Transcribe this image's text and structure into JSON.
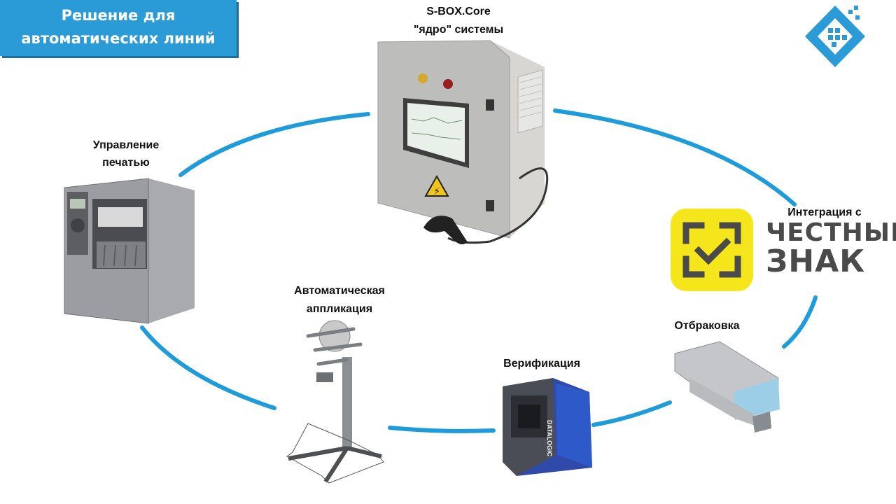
{
  "banner": {
    "line1": "Решение для",
    "line2": "автоматических линий"
  },
  "nodes": {
    "core_title": "S-BOX.Core",
    "core_subtitle": "\"ядро\" системы",
    "printing_line1": "Управление",
    "printing_line2": "печатью",
    "integration": "Интеграция с",
    "applicator_line1": "Автоматическая",
    "applicator_line2": "аппликация",
    "verification": "Верификация",
    "rejection": "Отбраковка"
  },
  "logo": {
    "line1": "ЧЕСТНЫЙ",
    "line2": "ЗНАК"
  },
  "scanner_brand": "DATALOGIC",
  "colors": {
    "banner": "#2b9bd8",
    "ring": "#1e9bdb",
    "logo_yellow": "#f5e61c",
    "logo_text": "#4a4a4a"
  }
}
